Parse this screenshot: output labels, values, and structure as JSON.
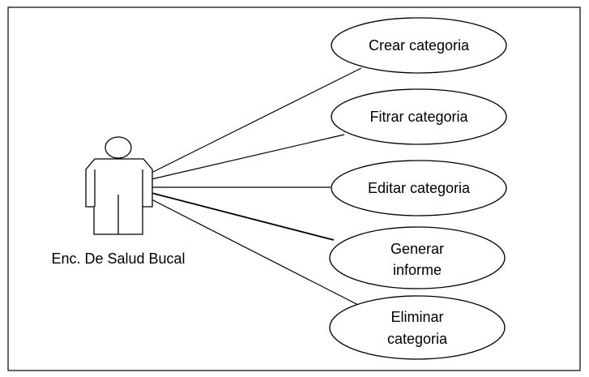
{
  "diagram": {
    "type": "use-case",
    "actor": {
      "label": "Enc. De Salud Bucal",
      "icon": "stick-figure-actor-icon"
    },
    "use_cases": [
      {
        "lines": [
          "Crear categoria"
        ]
      },
      {
        "lines": [
          "Fitrar categoria"
        ]
      },
      {
        "lines": [
          "Editar categoria"
        ]
      },
      {
        "lines": [
          "Generar",
          "informe"
        ]
      },
      {
        "lines": [
          "Eliminar",
          "categoria"
        ]
      }
    ],
    "colors": {
      "stroke": "#000000",
      "fill": "#ffffff"
    }
  }
}
